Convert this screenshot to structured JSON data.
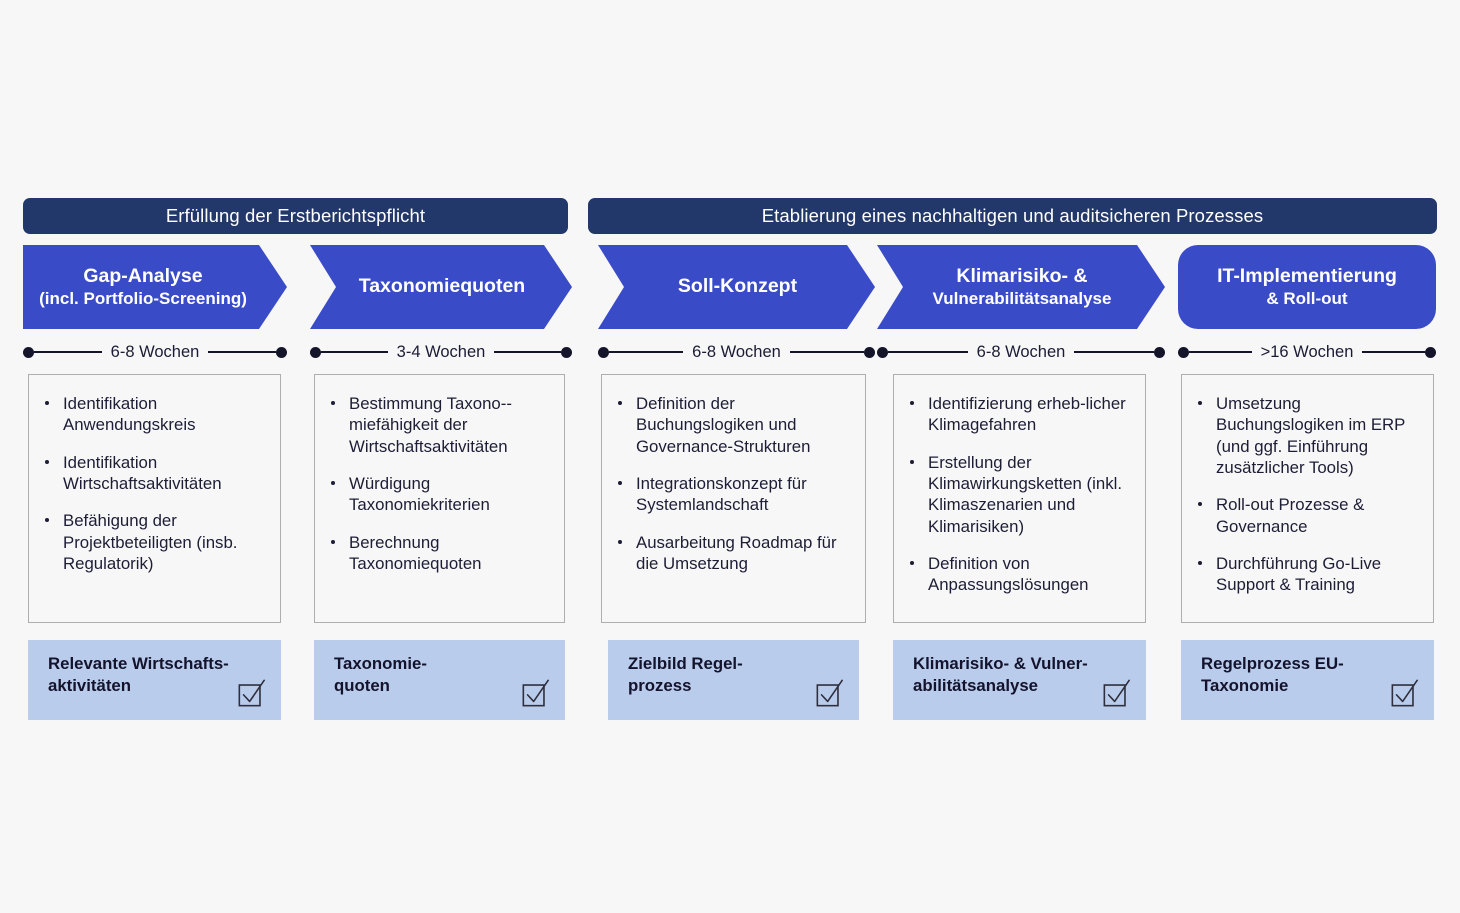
{
  "colors": {
    "background": "#f7f7f7",
    "group_header": "#22386B",
    "stage": "#3A4BC8",
    "deliverable": "#BACCEC",
    "text_dark": "#1d1d36",
    "task_border": "#aeaeae"
  },
  "groups": [
    {
      "label": "Erfüllung der Erstberichtspflicht"
    },
    {
      "label": "Etablierung eines nachhaltigen und auditsicheren Prozesses"
    }
  ],
  "stages": [
    {
      "title": "Gap-Analyse",
      "subtitle": "(incl. Portfolio-Screening)",
      "duration": "6-8 Wochen",
      "tasks": [
        "Identifikation Anwendungskreis",
        "Identifikation Wirtschaftsaktivitäten",
        "Befähigung der Projektbeteiligten (insb. Regulatorik)"
      ],
      "deliverable": "Relevante Wirtschafts-\naktivitäten",
      "check_icon": "checkbox-checked-icon"
    },
    {
      "title": "Taxonomiequoten",
      "subtitle": "",
      "duration": "3-4 Wochen",
      "tasks": [
        "Bestimmung Taxono-­miefähigkeit der Wirtschaftsaktivitäten",
        "Würdigung Taxonomiekriterien",
        "Berechnung Taxonomiequoten"
      ],
      "deliverable": "Taxonomie-\nquoten",
      "check_icon": "checkbox-checked-icon"
    },
    {
      "title": "Soll-Konzept",
      "subtitle": "",
      "duration": "6-8 Wochen",
      "tasks": [
        "Definition der Buchungslogiken und Governance-Strukturen",
        "Integrationskonzept für Systemlandschaft",
        "Ausarbeitung Roadmap für die Umsetzung"
      ],
      "deliverable": "Zielbild Regel-\nprozess",
      "check_icon": "checkbox-checked-icon"
    },
    {
      "title": "Klimarisiko- &",
      "subtitle": "Vulnerabilitätsanalyse",
      "duration": "6-8 Wochen",
      "tasks": [
        "Identifizierung erheb-licher Klimagefahren",
        "Erstellung der Klimawirkungsketten (inkl. Klimaszenarien und Klimarisiken)",
        "Definition von Anpassungslösungen"
      ],
      "deliverable": "Klimarisiko- & Vulner-\nabilitätsanalyse",
      "check_icon": "checkbox-checked-icon"
    },
    {
      "title": "IT-Implementierung",
      "subtitle": "& Roll-out",
      "duration": ">16 Wochen",
      "tasks": [
        "Umsetzung Buchungslogiken im ERP (und ggf. Einführung zusätzlicher Tools)",
        "Roll-out Prozesse & Governance",
        "Durchführung Go-Live Support & Training"
      ],
      "deliverable": "Regelprozess EU-\nTaxonomie",
      "check_icon": "checkbox-checked-icon"
    }
  ]
}
